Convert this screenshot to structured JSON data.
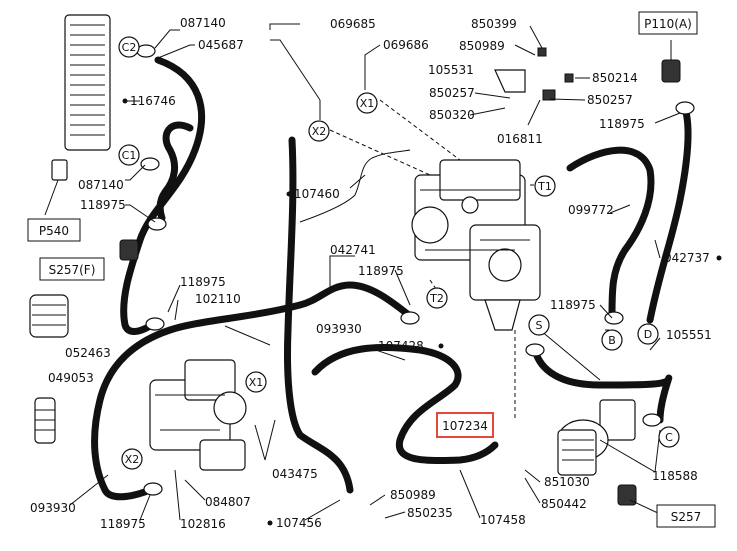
{
  "labels": {
    "l087140a": "087140",
    "l045687": "045687",
    "l116746": "116746",
    "l087140b": "087140",
    "l118975a": "118975",
    "l069685": "069685",
    "l069686": "069686",
    "l850399": "850399",
    "l850989a": "850989",
    "l105531": "105531",
    "l850214": "850214",
    "l850257a": "850257",
    "l850257b": "850257",
    "l850320": "850320",
    "l016811": "016811",
    "l118975b": "118975",
    "l107460": "107460",
    "l042741": "042741",
    "l118975c": "118975",
    "l118975d": "118975",
    "l102110": "102110",
    "l099772": "099772",
    "l042737": "042737",
    "l118975e": "118975",
    "l105551": "105551",
    "l052463": "052463",
    "l093930a": "093930",
    "l107428": "107428",
    "l049053": "049053",
    "l107234": "107234",
    "l043475": "043475",
    "l093930b": "093930",
    "l118975f": "118975",
    "l102816": "102816",
    "l084807": "084807",
    "l107456": "107456",
    "l850989b": "850989",
    "l850235": "850235",
    "l107458": "107458",
    "l851030": "851030",
    "l850442": "850442",
    "l118588": "118588"
  },
  "boxed": {
    "p110a": "P110(A)",
    "p540": "P540",
    "s257f": "S257(F)",
    "s257": "S257",
    "highlight": "107234"
  },
  "circles": {
    "c2": "C2",
    "c1": "C1",
    "x1a": "X1",
    "x2a": "X2",
    "t1": "T1",
    "t2": "T2",
    "x1b": "X1",
    "x2b": "X2",
    "s": "S",
    "b": "B",
    "d": "D",
    "c": "C"
  },
  "colors": {
    "highlight": "#e8453c",
    "ink": "#111111"
  }
}
